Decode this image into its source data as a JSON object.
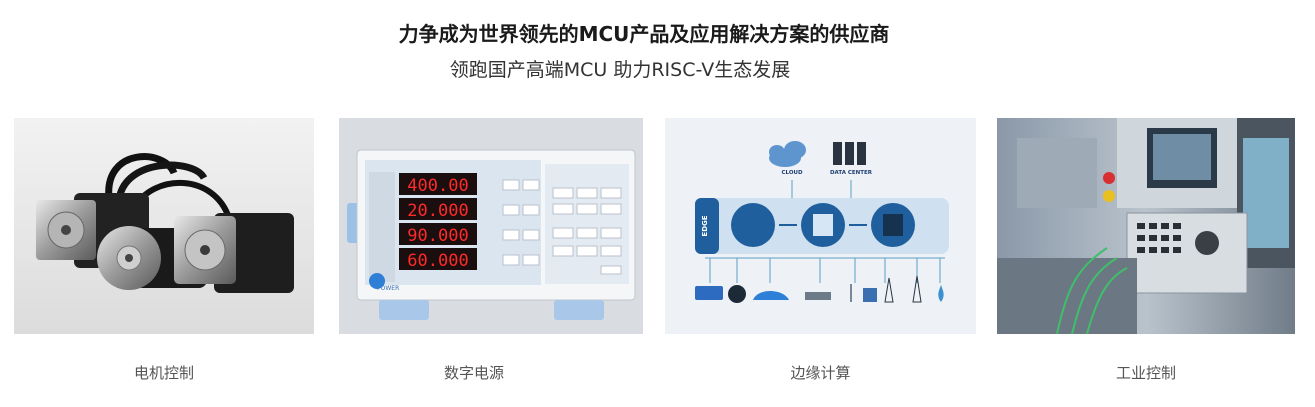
{
  "header": {
    "title": "力争成为世界领先的MCU产品及应用解决方案的供应商",
    "subtitle": "领跑国产高端MCU 助力RISC-V生态发展"
  },
  "cards": [
    {
      "caption": "电机控制",
      "image": "servo-motors-photo"
    },
    {
      "caption": "数字电源",
      "image": "power-meter-photo",
      "readings": [
        "400.00",
        "20.000",
        "90.000",
        "60.000"
      ],
      "power_label": "POWER"
    },
    {
      "caption": "边缘计算",
      "image": "edge-computing-diagram",
      "cloud_label": "CLOUD",
      "datacenter_label": "DATA CENTER",
      "edge_label": "EDGE"
    },
    {
      "caption": "工业控制",
      "image": "industrial-control-panel-photo"
    }
  ],
  "colors": {
    "title": "#1a1a1a",
    "caption": "#555555",
    "display_red": "#ff2a2a",
    "edge_blue": "#1f5f9e"
  }
}
